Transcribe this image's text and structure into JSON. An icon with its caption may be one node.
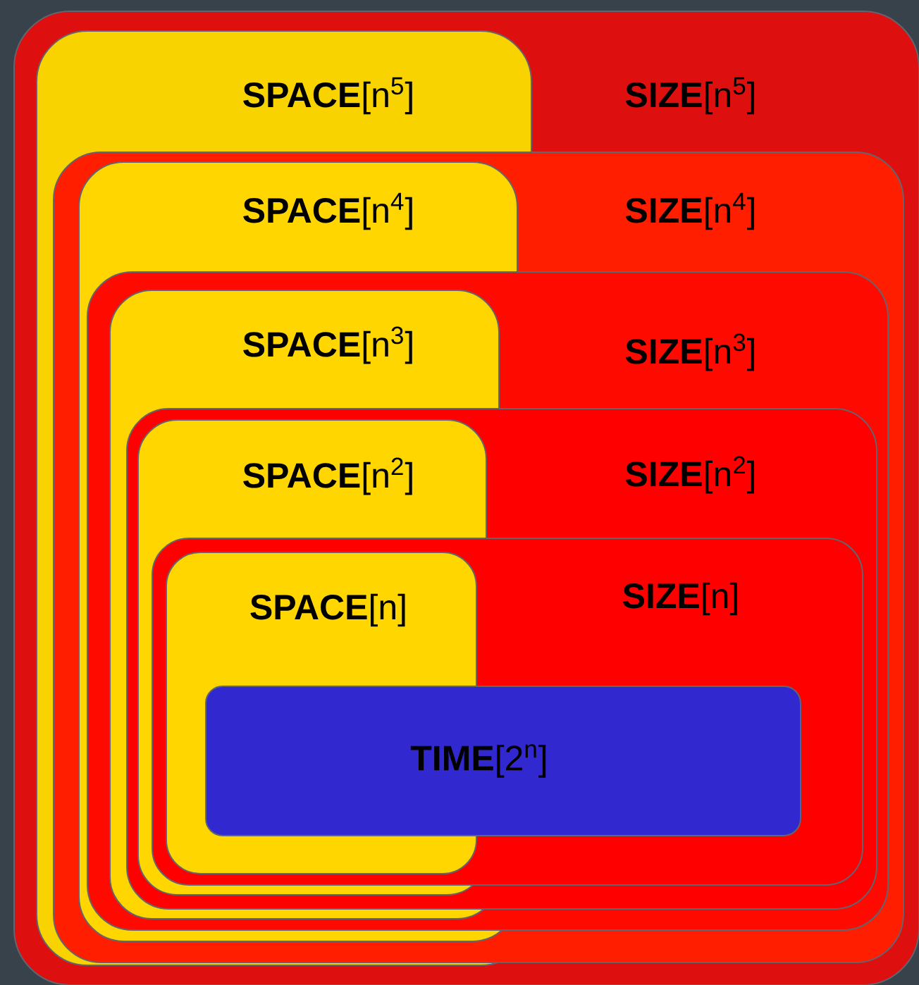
{
  "diagram": {
    "nodes": [
      {
        "text": [
          "**SIZE**[n$^{5}$]"
        ]
      },
      {
        "text": [
          "**SPACE**[n$^{5}$]"
        ],
        "in": 0
      },
      {
        "text": [
          "**SIZE**[n$^{4}$]"
        ],
        "in": 0
      },
      {
        "text": [
          "**SPACE**[n$^{4}$]"
        ],
        "in": 1
      },
      {
        "text": [
          "**SIZE**[n$^{3}$]"
        ],
        "in": 2
      },
      {
        "text": [
          "**SPACE**[n$^{3}$]"
        ],
        "in": 3
      },
      {
        "text": [
          "**SIZE**[n$^{2}$]"
        ],
        "in": 4
      },
      {
        "text": [
          "**SPACE**[n$^{2}$]"
        ]
      },
      {
        "text": [
          "**SIZE**[n]"
        ],
        "in": 6
      },
      {
        "text": [
          "**SPACE**[n]"
        ]
      },
      {
        "text": [
          "**TIME**[2$^{n}$]"
        ],
        "in": 8
      }
    ]
  }
}
